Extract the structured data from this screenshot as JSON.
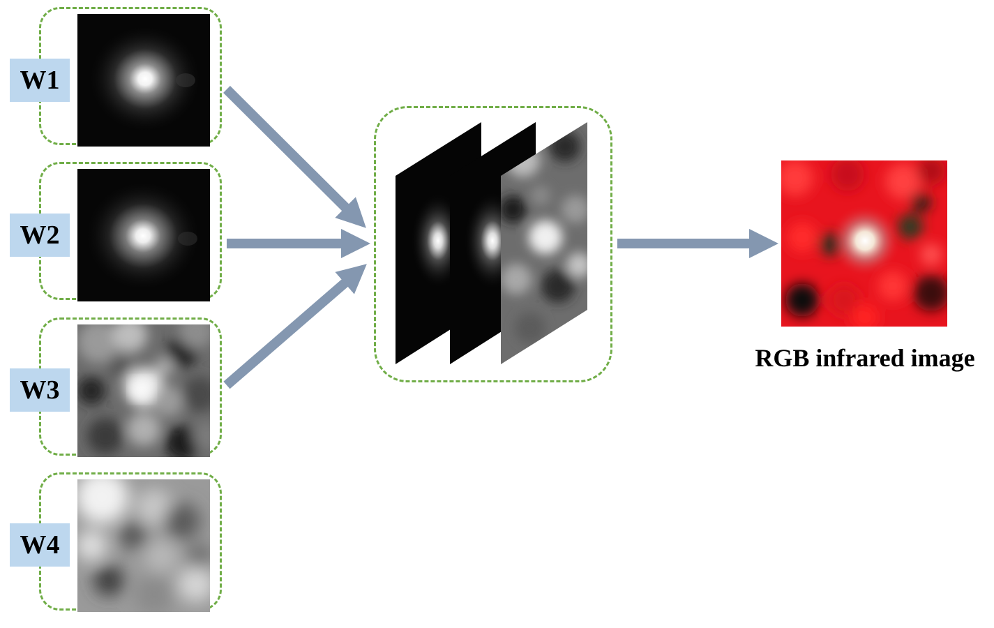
{
  "bands": [
    {
      "label": "W1"
    },
    {
      "label": "W2"
    },
    {
      "label": "W3"
    },
    {
      "label": "W4"
    }
  ],
  "output": {
    "caption": "RGB infrared image"
  },
  "colors": {
    "dash_border": "#70ad47",
    "label_fill": "#bdd7ee",
    "arrow": "#8497b0",
    "rgb_base": "#e8141e"
  },
  "icons": [
    "arrow-right-icon"
  ]
}
